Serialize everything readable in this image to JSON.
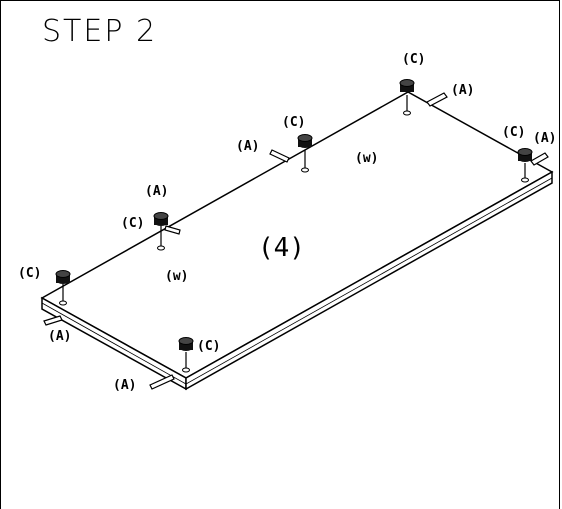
{
  "step_title": "STEP 2",
  "panel_label": "(4)",
  "labels": {
    "c": "(C)",
    "a": "(A)",
    "w": "(w)"
  }
}
